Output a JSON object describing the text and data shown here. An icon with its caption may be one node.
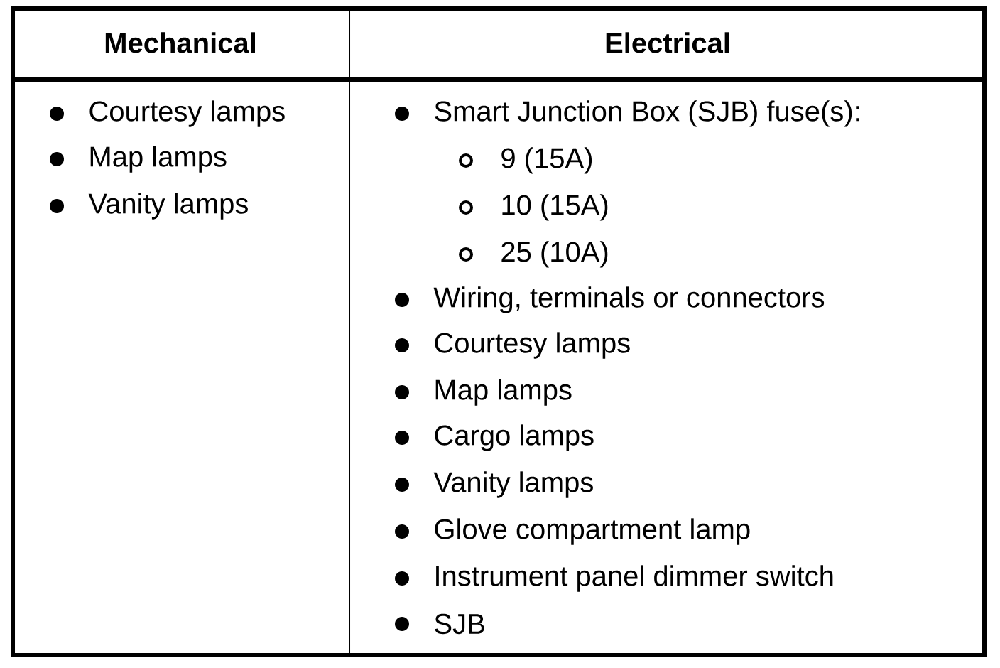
{
  "diagram": {
    "labels": [
      "Mechanical",
      "Electrical",
      "Courtesy lamps",
      "Map lamps",
      "Vanity lamps",
      "Smart Junction Box (SJB) fuse(s):",
      "9 (15A)",
      "10 (15A)",
      "25 (10A)",
      "Wiring, terminals or connectors",
      "Courtesy lamps",
      "Map lamps",
      "Cargo lamps",
      "Vanity lamps",
      "Glove compartment lamp",
      "Instrument panel dimmer switch",
      "SJB"
    ]
  }
}
